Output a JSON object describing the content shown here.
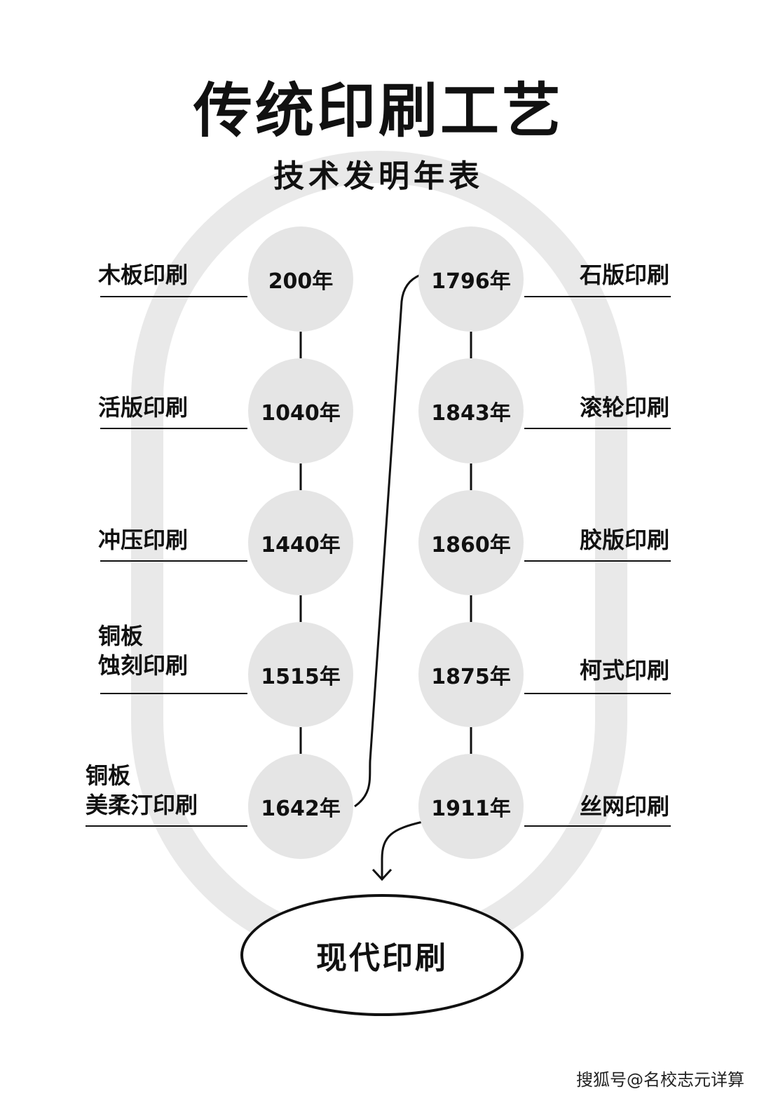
{
  "title": "传统印刷工艺",
  "subtitle": "技术发明年表",
  "left_column": [
    {
      "year": "200年",
      "label": [
        "木板印刷"
      ]
    },
    {
      "year": "1040年",
      "label": [
        "活版印刷"
      ]
    },
    {
      "year": "1440年",
      "label": [
        "冲压印刷"
      ]
    },
    {
      "year": "1515年",
      "label": [
        "铜板",
        "蚀刻印刷"
      ]
    },
    {
      "year": "1642年",
      "label": [
        "铜板",
        "美柔汀印刷"
      ]
    }
  ],
  "right_column": [
    {
      "year": "1796年",
      "label": [
        "石版印刷"
      ]
    },
    {
      "year": "1843年",
      "label": [
        "滚轮印刷"
      ]
    },
    {
      "year": "1860年",
      "label": [
        "胶版印刷"
      ]
    },
    {
      "year": "1875年",
      "label": [
        "柯式印刷"
      ]
    },
    {
      "year": "1911年",
      "label": [
        "丝网印刷"
      ]
    }
  ],
  "endpoint": "现代印刷",
  "watermark": "搜狐号@名校志元详算",
  "colors": {
    "circle": "#e5e5e5",
    "track": "#e9e9e9",
    "line": "#111111"
  }
}
